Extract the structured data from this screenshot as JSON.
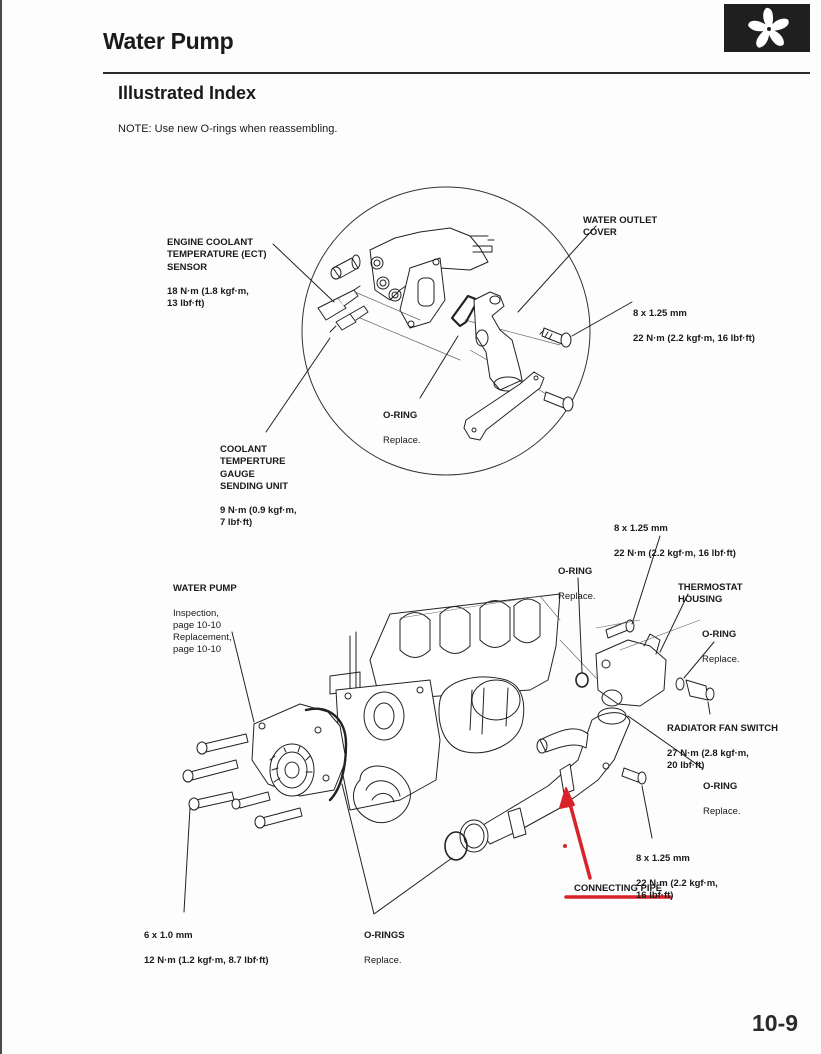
{
  "page": {
    "title": "Water Pump",
    "section_icon": "cooling-fan-icon",
    "section_heading": "Illustrated Index",
    "note": "NOTE:  Use new O-rings when reassembling.",
    "page_number": "10-9"
  },
  "callouts": {
    "ect_sensor": {
      "name": "ENGINE COOLANT\nTEMPERATURE (ECT)\nSENSOR",
      "torque": "18 N·m (1.8 kgf·m,\n13 lbf·ft)"
    },
    "water_outlet_cover": {
      "name": "WATER OUTLET\nCOVER"
    },
    "outlet_bolt": {
      "size": "8 x 1.25 mm",
      "torque": "22 N·m (2.2 kgf·m, 16 lbf·ft)"
    },
    "outlet_oring": {
      "name": "O-RING",
      "note": "Replace."
    },
    "gauge_unit": {
      "name": "COOLANT\nTEMPERTURE\nGAUGE\nSENDING UNIT",
      "torque": "9 N·m (0.9 kgf·m,\n7 lbf·ft)"
    },
    "thermostat_bolt": {
      "size": "8 x 1.25 mm",
      "torque": "22 N·m (2.2 kgf·m, 16 lbf·ft)"
    },
    "thermostat_oring": {
      "name": "O-RING",
      "note": "Replace."
    },
    "thermostat_housing": {
      "name": "THERMOSTAT\nHOUSING"
    },
    "fan_switch_oring": {
      "name": "O-RING",
      "note": "Replace."
    },
    "water_pump": {
      "name": "WATER PUMP",
      "note": "Inspection,\npage 10-10\nReplacement,\npage 10-10"
    },
    "radiator_fan_switch": {
      "name": "RADIATOR FAN SWITCH",
      "torque": "27 N·m (2.8 kgf·m,\n20 lbf·ft)"
    },
    "pipe_oring": {
      "name": "O-RING",
      "note": "Replace."
    },
    "pipe_bolt": {
      "size": "8 x 1.25 mm",
      "torque": "22 N·m (2.2 kgf·m,\n16 lbf·ft)"
    },
    "pump_bolt": {
      "size": "6 x 1.0 mm",
      "torque": "12 N·m (1.2 kgf·m, 8.7 lbf·ft)"
    },
    "pump_orings": {
      "name": "O-RINGS",
      "note": "Replace."
    }
  },
  "annotation": {
    "label": "CONNECTING PIPE",
    "color": "#d8232a"
  }
}
